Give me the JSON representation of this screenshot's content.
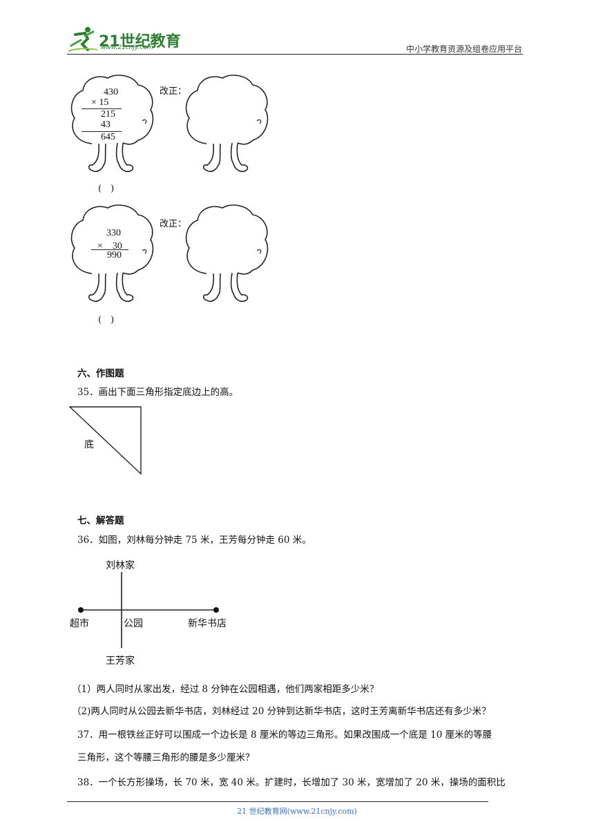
{
  "header": {
    "logo_text": "21世纪教育",
    "logo_url": "www.21cnjy.com",
    "right_text": "中小学教育资源及组卷应用平台"
  },
  "trees": [
    {
      "lines": [
        "430",
        "× 15",
        "215",
        "43",
        "645"
      ],
      "paren": "(　)",
      "correction_label": "改正："
    },
    {
      "lines": [
        "330",
        "×　30",
        "990"
      ],
      "paren": "(　)",
      "correction_label": "改正："
    }
  ],
  "section6": {
    "title": "六、作图题",
    "q35": "35．画出下面三角形指定底边上的高。",
    "triangle_label": "底"
  },
  "section7": {
    "title": "七、解答题",
    "q36": "36．如图，刘林每分钟走 75 米，王芳每分钟走 60 米。",
    "map": {
      "top": "刘林家",
      "left": "超市",
      "center": "公园",
      "right": "新华书店",
      "bottom": "王芳家"
    },
    "q36_1": "（1）两人同时从家出发，经过 8 分钟在公园相遇，他们两家相距多少米？",
    "q36_2": "（2)两人同时从公园去新华书店，刘林经过 20 分钟到达新华书店，这时王芳离新华书店还有多少米？",
    "q37_a": "37．用一根铁丝正好可以围成一个边长是 8 厘米的等边三角形。如果改围成一个底是 10 厘米的等腰",
    "q37_b": "三角形，这个等腰三角形的腰是多少厘米？",
    "q38": "38．一个长方形操场，长 70 米，宽 40 米。扩建时，长增加了 30 米，宽增加了 20 米，操场的面积比"
  },
  "footer": "21 世纪教育网(www.21cnjy.com)"
}
